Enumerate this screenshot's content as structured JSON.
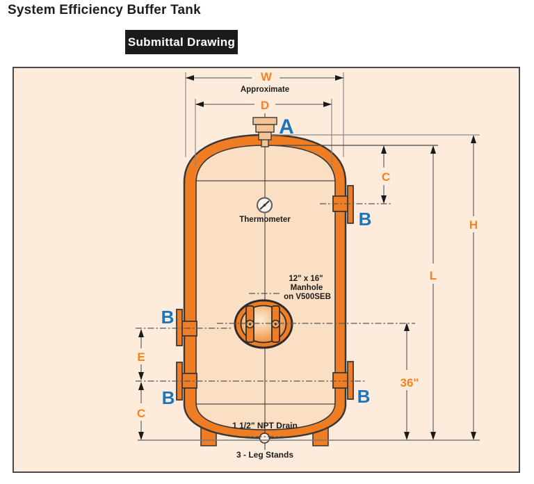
{
  "title": "System Efficiency Buffer Tank",
  "banner": "Submittal Drawing",
  "colors": {
    "accent_orange": "#EF7D23",
    "label_orange": "#F5821F",
    "label_blue": "#1C75BC",
    "box_background": "#FDECDC",
    "tank_inner_fill": "#FBDFC4",
    "banner_background": "#1B1B1B"
  },
  "labels": {
    "w": "W",
    "approximate": "Approximate",
    "d": "D",
    "a": "A",
    "b": "B",
    "c": "C",
    "e": "E",
    "h": "H",
    "l": "L",
    "dim36": "36\""
  },
  "annotations": {
    "thermometer": "Thermometer",
    "manhole_size": "12\" x 16\"",
    "manhole_name": "Manhole",
    "manhole_model": "on V500SEB",
    "drain": "1 1/2\" NPT Drain",
    "leg_stands": "3 - Leg Stands"
  }
}
